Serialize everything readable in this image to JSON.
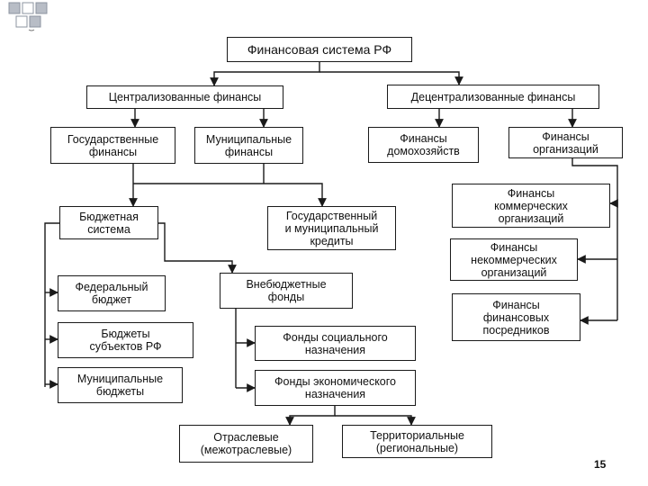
{
  "diagram": {
    "root": "Финансовая система РФ",
    "centralized": "Централизованные финансы",
    "decentralized": "Децентрализованные финансы",
    "state_finances": "Государственные\nфинансы",
    "municipal_finances": "Муниципальные\nфинансы",
    "household_finances": "Финансы\nдомохозяйств",
    "organization_finances": "Финансы\nорганизаций",
    "commercial_org_finances": "Финансы\nкоммерческих\nорганизаций",
    "noncommercial_org_finances": "Финансы\nнекоммерческих\nорганизаций",
    "financial_intermediary_finances": "Финансы\nфинансовых\nпосредников",
    "budget_system": "Бюджетная\nсистема",
    "state_municipal_credit": "Государственный\nи муниципальный\nкредиты",
    "federal_budget": "Федеральный\nбюджет",
    "subject_budgets": "Бюджеты\nсубъектов РФ",
    "municipal_budgets": "Муниципальные\nбюджеты",
    "extrabudgetary_funds": "Внебюджетные\nфонды",
    "social_funds": "Фонды социального\nназначения",
    "economic_funds": "Фонды экономического\nназначения",
    "sectoral": "Отраслевые\n(межотраслевые)",
    "territorial": "Территориальные\n(региональные)"
  },
  "slide": {
    "page_number": "15"
  },
  "colors": {
    "line": "#1a1a1a",
    "deco_square": "#b8bdc6",
    "deco_square_dark": "#8d94a0"
  }
}
